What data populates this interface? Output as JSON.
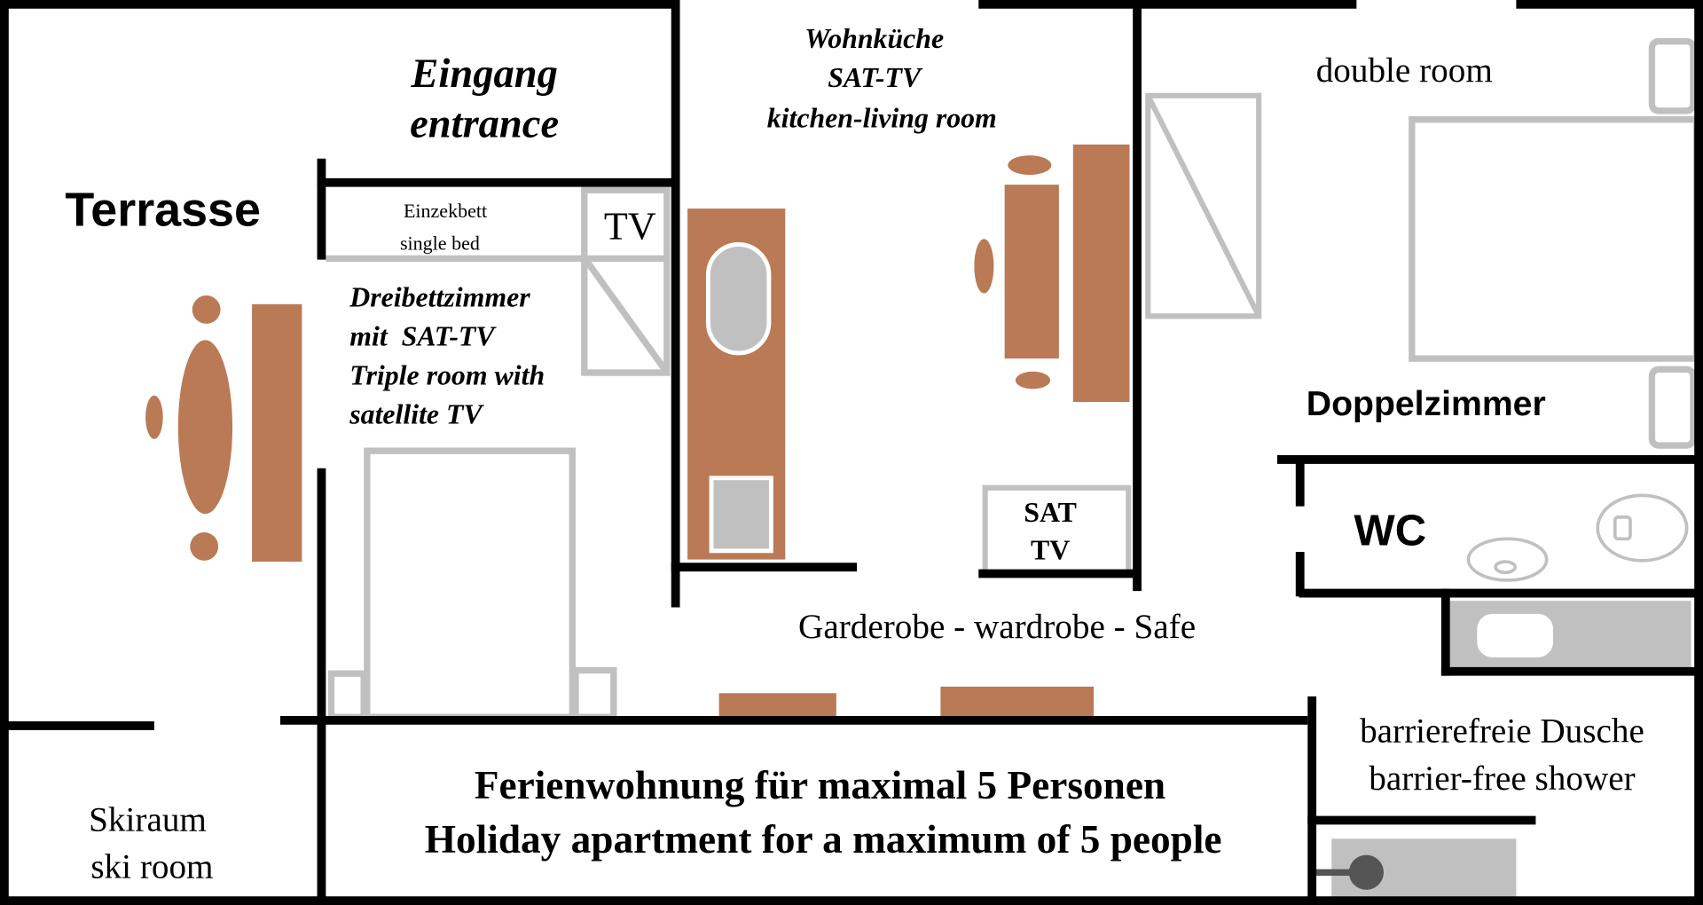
{
  "colors": {
    "wall": "#000000",
    "furniture": "#b97a55",
    "fixture": "#c0c0c0",
    "background": "#ffffff"
  },
  "rooms": {
    "terrace": "Terrasse",
    "entrance_de": "Eingang",
    "entrance_en": "entrance",
    "kitchen_de": "Wohnküche",
    "kitchen_tv": "SAT-TV",
    "kitchen_en": "kitchen-living room",
    "double_en": "double room",
    "double_de": "Doppelzimmer",
    "single_de": "Einzekbett",
    "single_en": "single bed",
    "tv": "TV",
    "triple_1": "Dreibettzimmer",
    "triple_2": "mit  SAT-TV",
    "triple_3": "Triple room with",
    "triple_4": "satellite TV",
    "sat_1": "SAT",
    "sat_2": "TV",
    "wc": "WC",
    "wardrobe": "Garderobe - wardrobe - Safe",
    "shower_de": "barrierefreie Dusche",
    "shower_en": "barrier-free shower",
    "ski_de": "Skiraum",
    "ski_en": "ski room"
  },
  "caption": {
    "line1": "Ferienwohnung für maximal 5 Personen",
    "line2": "Holiday apartment for a maximum of 5 people"
  }
}
